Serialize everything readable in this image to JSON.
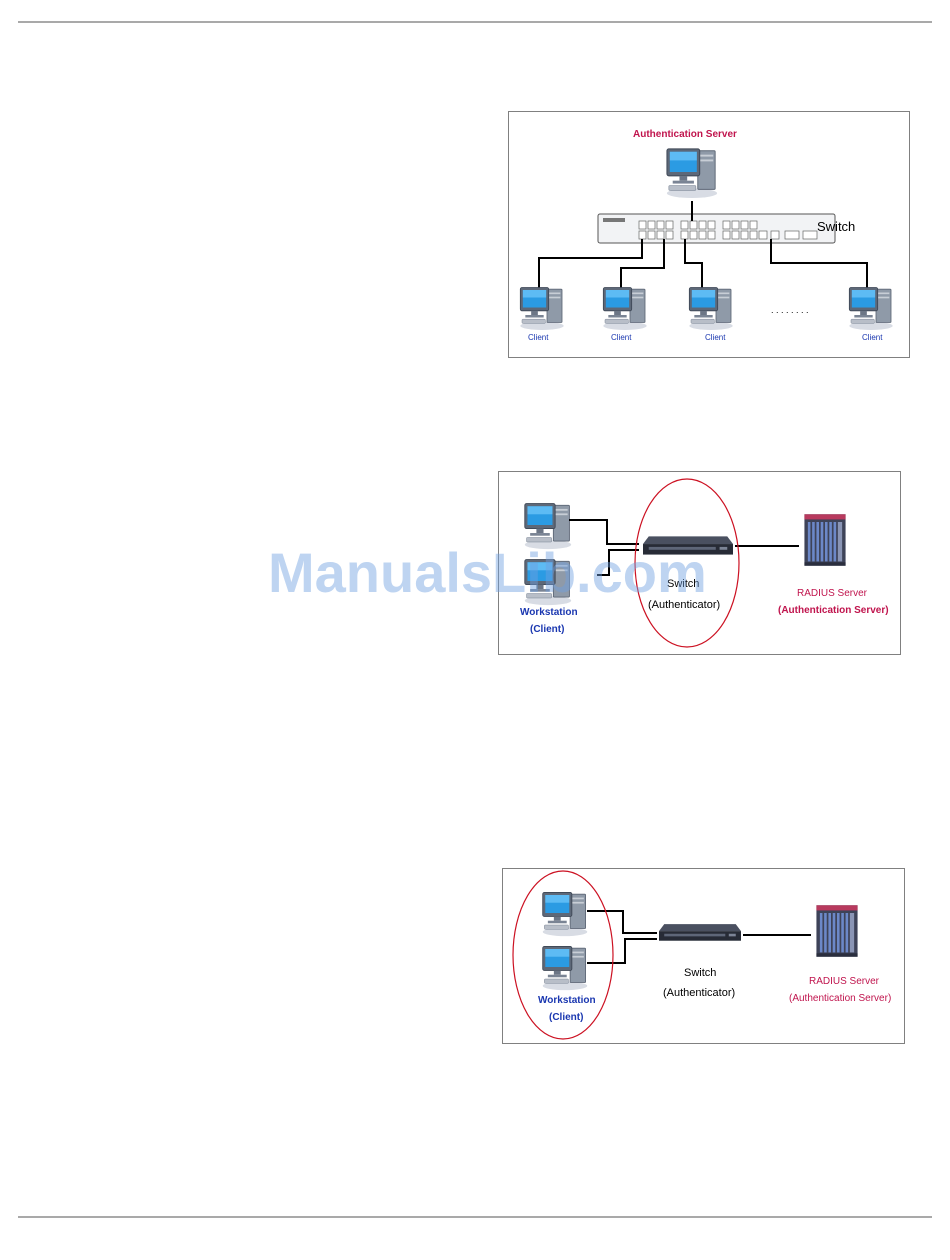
{
  "watermark": "ManualsLib.com",
  "figure1": {
    "auth_server_label": "Authentication Server",
    "switch_label": "Switch",
    "client_label": "Client",
    "ellipsis": ". . . . . . . ."
  },
  "figure2": {
    "switch_label": "Switch",
    "authenticator_label": "(Authenticator)",
    "workstation_label": "Workstation",
    "client_label": "(Client)",
    "radius_label": "RADIUS Server",
    "auth_server_label": "(Authentication Server)"
  },
  "figure3": {
    "switch_label": "Switch",
    "authenticator_label": "(Authenticator)",
    "workstation_label": "Workstation",
    "client_label": "(Client)",
    "radius_label": "RADIUS Server",
    "auth_server_label": "(Authentication Server)"
  },
  "colors": {
    "rule": "#a9a9a9",
    "red_label": "#c0144d",
    "blue_label": "#1a37b0",
    "highlight_ellipse": "#cc1122"
  }
}
